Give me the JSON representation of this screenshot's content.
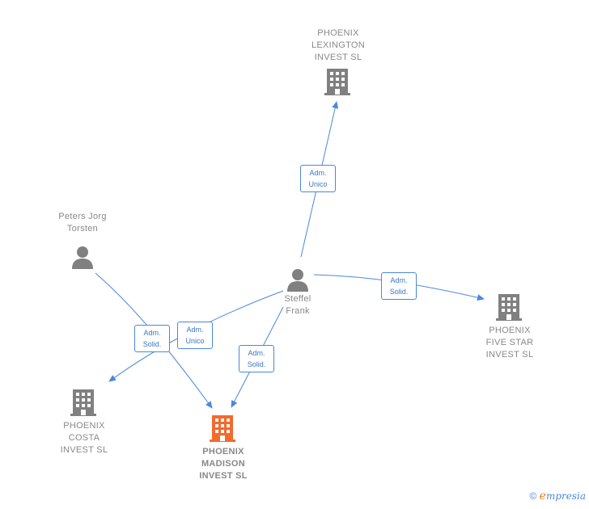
{
  "nodes": {
    "lexington": {
      "label": "PHOENIX\nLEXINGTON\nINVEST  SL",
      "type": "company"
    },
    "five_star": {
      "label": "PHOENIX\nFIVE STAR\nINVEST  SL",
      "type": "company"
    },
    "costa": {
      "label": "PHOENIX\nCOSTA\nINVEST  SL",
      "type": "company"
    },
    "madison": {
      "label": "PHOENIX\nMADISON\nINVEST  SL",
      "type": "company-focus"
    },
    "peters": {
      "label": "Peters Jorg\nTorsten",
      "type": "person"
    },
    "steffel": {
      "label": "Steffel\nFrank",
      "type": "person"
    }
  },
  "relations": {
    "steffel_lexington": {
      "line1": "Adm.",
      "line2": "Unico"
    },
    "steffel_five_star": {
      "line1": "Adm.",
      "line2": "Solid."
    },
    "steffel_madison": {
      "line1": "Adm.",
      "line2": "Solid."
    },
    "steffel_costa": {
      "line1": "Adm.",
      "line2": "Unico"
    },
    "peters_madison": {
      "line1": "Adm.",
      "line2": "Solid."
    }
  },
  "footer": {
    "copyright": "©",
    "brand_initial": "e",
    "brand_rest": "mpresia"
  },
  "colors": {
    "edge": "#4a88d9",
    "icon_gray": "#808080",
    "focus": "#f26a2e",
    "text_gray": "#888888"
  }
}
